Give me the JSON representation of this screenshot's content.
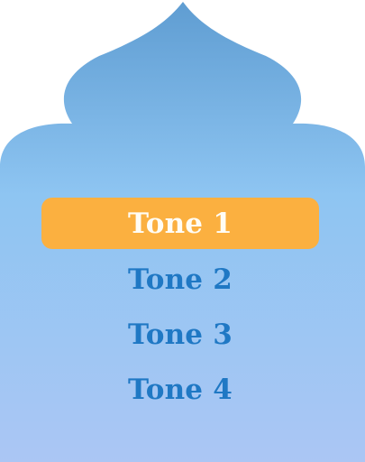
{
  "colors": {
    "frame_top": "#64a1d4",
    "frame_mid": "#8ec5f2",
    "frame_bottom": "#a9c6f4",
    "selected_bg": "#fbb040",
    "selected_text": "#fffdf5",
    "item_text": "#1f78c4"
  },
  "menu": {
    "selected_index": 0,
    "items": [
      {
        "label": "Tone 1"
      },
      {
        "label": "Tone 2"
      },
      {
        "label": "Tone 3"
      },
      {
        "label": "Tone 4"
      }
    ]
  }
}
